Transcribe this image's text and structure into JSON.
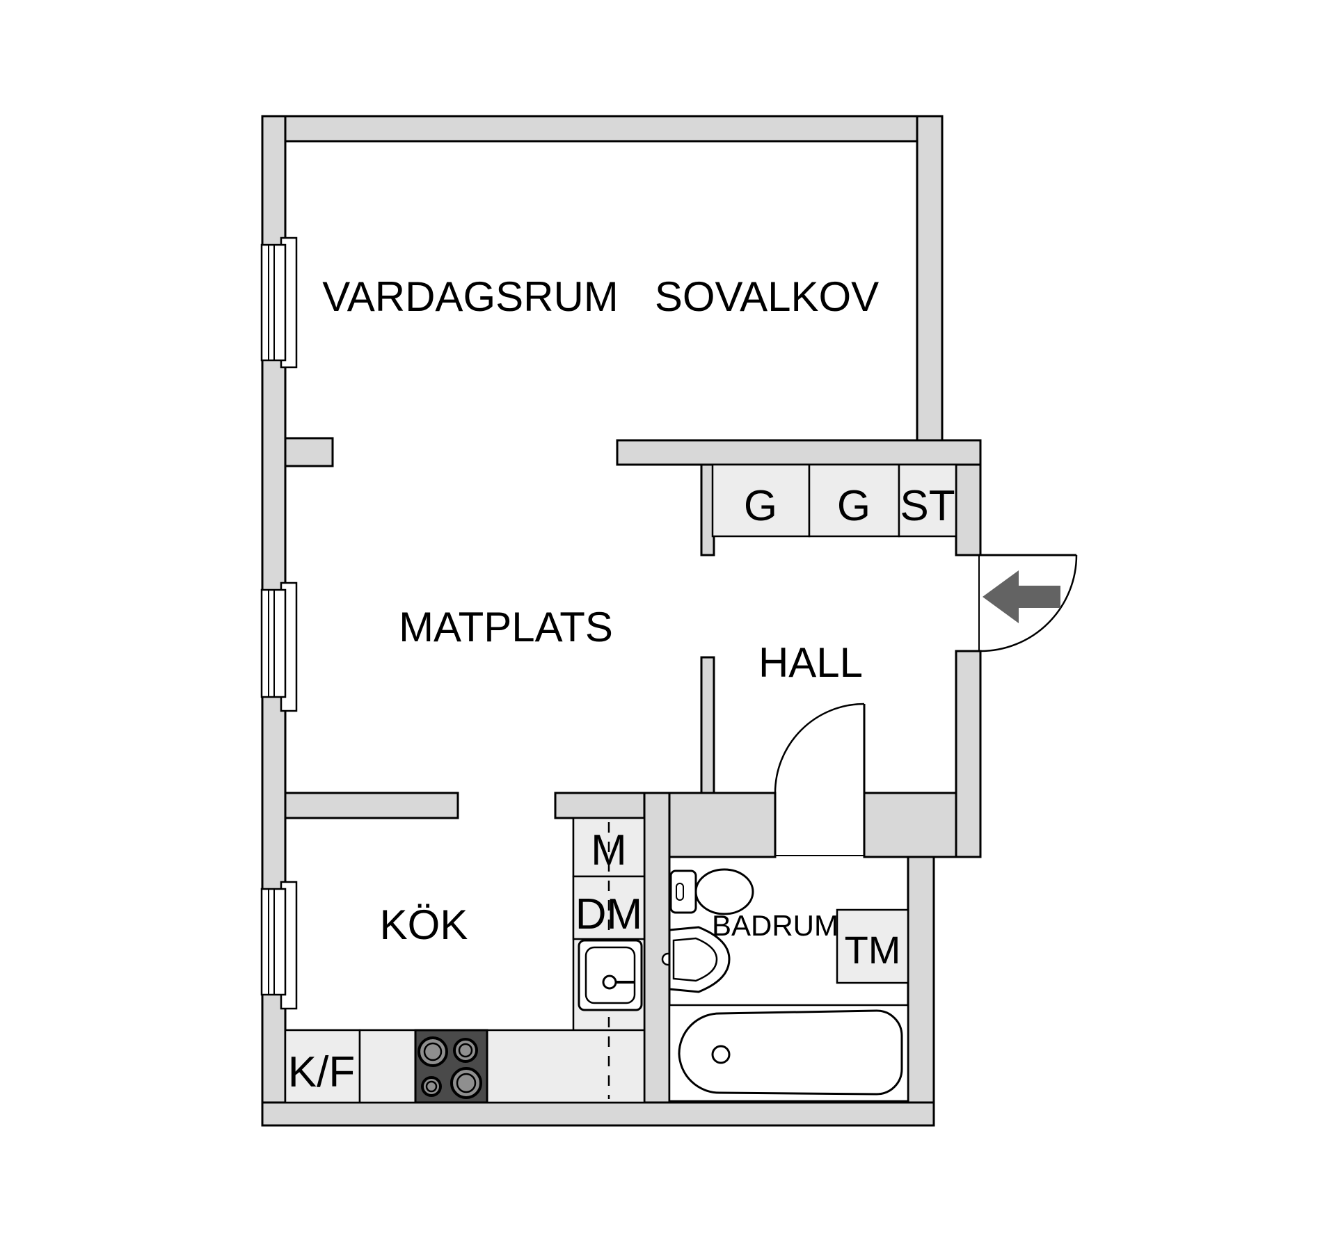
{
  "plan": {
    "type": "apartment-floor-plan",
    "rooms": {
      "living_room": "VARDAGSRUM",
      "sleeping_alcove": "SOVALKOV",
      "dining_area": "MATPLATS",
      "hall": "HALL",
      "kitchen": "KÖK",
      "bathroom": "BADRUM"
    },
    "closets": {
      "items": [
        {
          "label": "G"
        },
        {
          "label": "G"
        },
        {
          "label": "ST"
        }
      ]
    },
    "appliances": {
      "fridge_freezer": "K/F",
      "microwave": "M",
      "dishwasher": "DM",
      "washing_machine": "TM"
    },
    "colors": {
      "wall_fill": "#d8d8d8",
      "unit_fill": "#ededed",
      "outline": "#000000",
      "arrow": "#636363",
      "stove": "#4a4a4a",
      "burner": "#8f8f8f",
      "background": "#ffffff"
    }
  }
}
